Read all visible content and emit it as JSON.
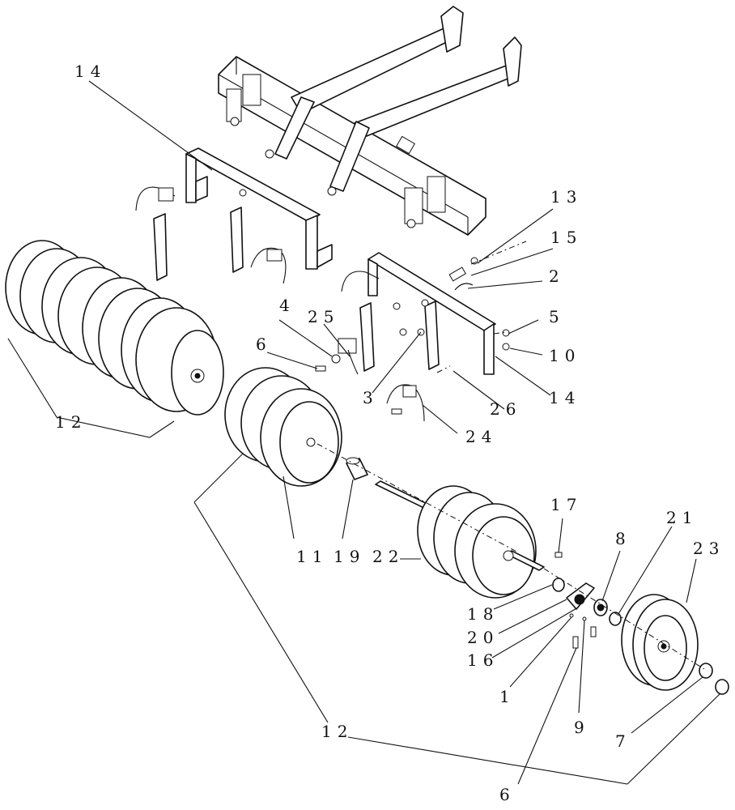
{
  "labels": {
    "l14_top": "14",
    "l13": "13",
    "l15": "15",
    "l2": "2",
    "l4": "4",
    "l25": "25",
    "l5": "5",
    "l6_left": "6",
    "l10": "10",
    "l14_right": "14",
    "l3": "3",
    "l26": "26",
    "l12_left": "12",
    "l24": "24",
    "l17": "17",
    "l8": "8",
    "l21": "21",
    "l23": "23",
    "l11": "11",
    "l19": "19",
    "l22": "22",
    "l18": "18",
    "l20": "20",
    "l16": "16",
    "l1": "1",
    "l9": "9",
    "l7": "7",
    "l12_bottom": "12",
    "l6_bottom": "6"
  }
}
